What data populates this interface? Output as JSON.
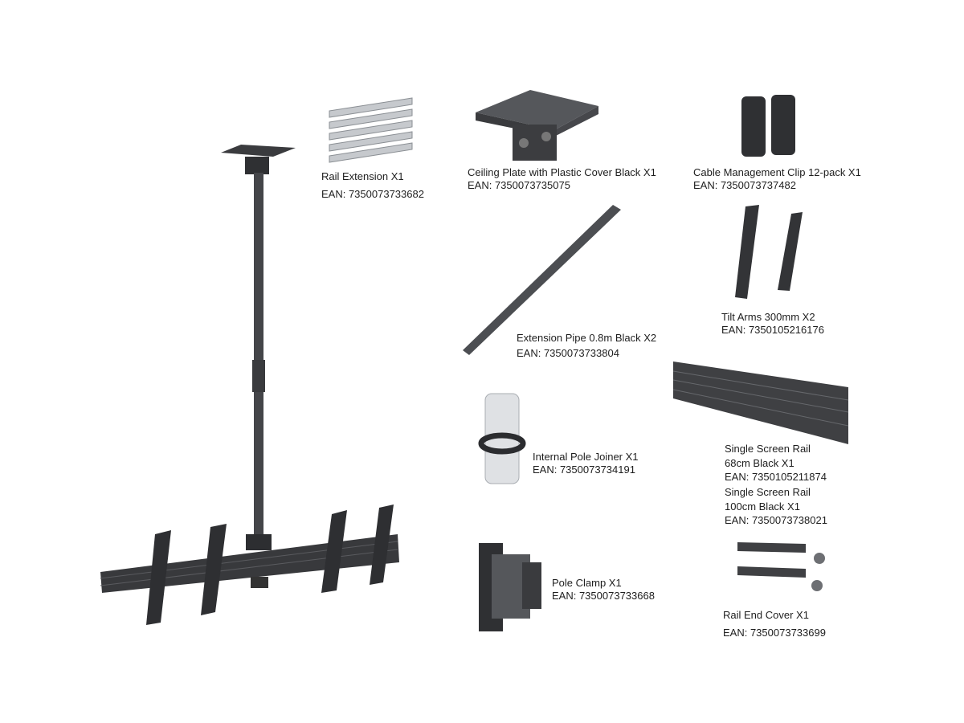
{
  "items": {
    "rail_extension": {
      "name": "Rail Extension X1",
      "ean": "EAN: 7350073733682"
    },
    "ceiling_plate": {
      "name": "Ceiling Plate with Plastic Cover Black X1",
      "ean": "EAN: 7350073735075"
    },
    "cable_clip": {
      "name": "Cable Management Clip 12-pack X1",
      "ean": "EAN: 7350073737482"
    },
    "tilt_arms": {
      "name": "Tilt Arms 300mm X2",
      "ean": "EAN: 7350105216176"
    },
    "extension_pipe": {
      "name": "Extension Pipe 0.8m Black X2",
      "ean": "EAN: 7350073733804"
    },
    "pole_joiner": {
      "name": "Internal Pole Joiner X1",
      "ean": "EAN: 7350073734191"
    },
    "rail_68": {
      "name1": "Single Screen Rail",
      "name2": "68cm Black X1",
      "ean": "EAN: 7350105211874"
    },
    "rail_100": {
      "name1": "Single Screen Rail",
      "name2": "100cm Black X1",
      "ean": "EAN: 7350073738021"
    },
    "pole_clamp": {
      "name": "Pole Clamp X1",
      "ean": "EAN: 7350073733668"
    },
    "rail_end_cover": {
      "name": "Rail End Cover X1",
      "ean": "EAN: 7350073733699"
    }
  },
  "colors": {
    "metal_dark": "#3c3d40",
    "metal_mid": "#55575b",
    "silver": "#c9ccd0",
    "text": "#1e1e1e"
  }
}
